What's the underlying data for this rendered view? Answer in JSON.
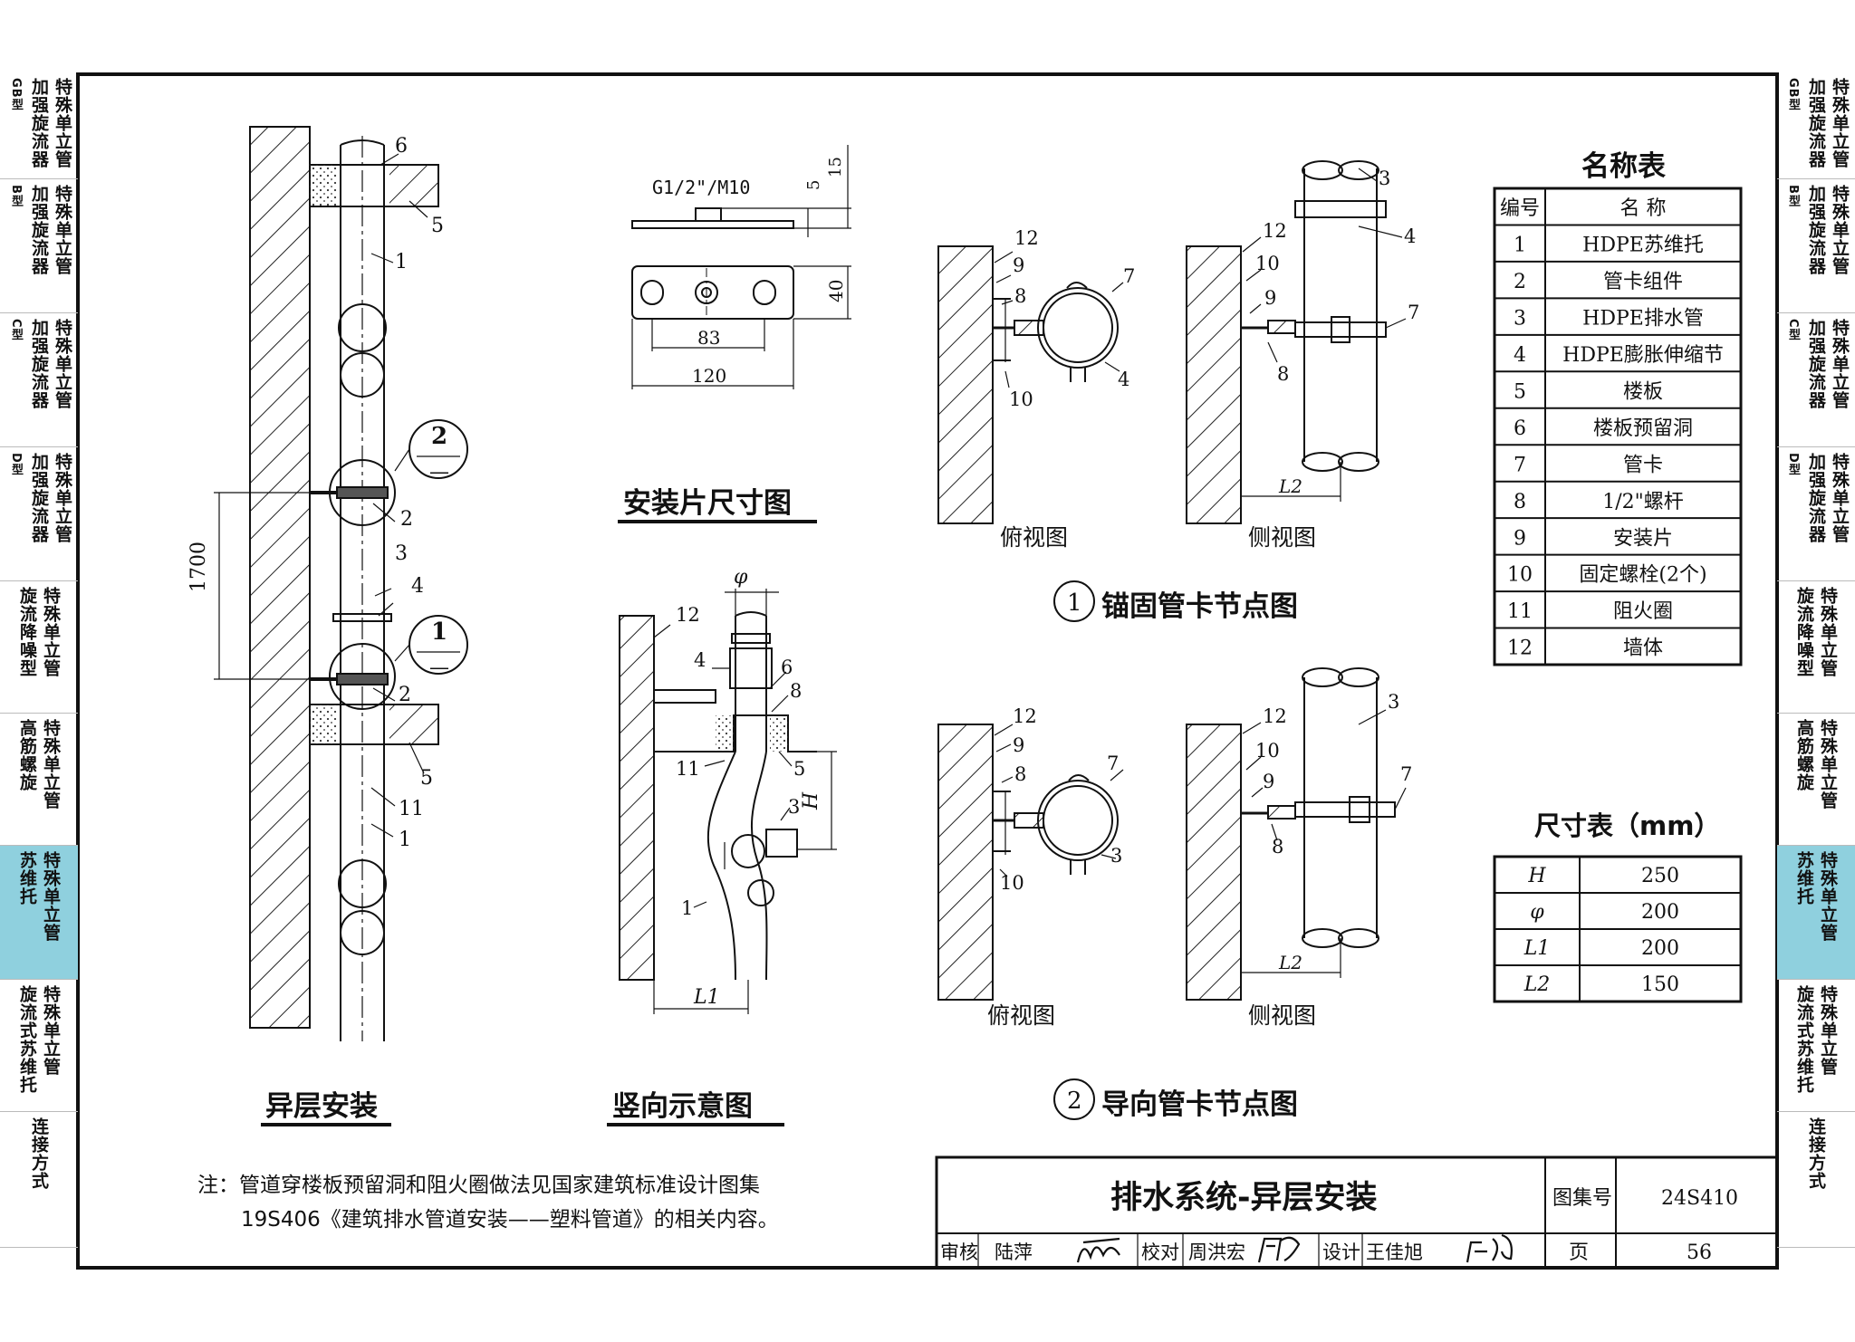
{
  "side_tabs": [
    {
      "prefix": "GB型",
      "col1": "加强旋流器",
      "col2": "特殊单立管"
    },
    {
      "prefix": "B型",
      "col1": "加强旋流器",
      "col2": "特殊单立管"
    },
    {
      "prefix": "C型",
      "col1": "加强旋流器",
      "col2": "特殊单立管"
    },
    {
      "prefix": "D型",
      "col1": "加强旋流器",
      "col2": "特殊单立管"
    },
    {
      "prefix": "",
      "col1": "旋流降噪型",
      "col2": "特殊单立管"
    },
    {
      "prefix": "",
      "col1": "高筋螺旋",
      "col2": "特殊单立管"
    },
    {
      "prefix": "",
      "col1": "苏维托",
      "col2": "特殊单立管",
      "active": true
    },
    {
      "prefix": "",
      "col1": "旋流式苏维托",
      "col2": "特殊单立管"
    },
    {
      "prefix": "",
      "col1": "",
      "col2": "连接方式"
    }
  ],
  "drawing": {
    "left_view": {
      "title": "异层安装",
      "dim_1700": "1700",
      "labels": [
        "6",
        "5",
        "1",
        "2",
        "3",
        "4",
        "2",
        "5",
        "11",
        "1"
      ],
      "circle_1": "1",
      "circle_2": "2",
      "circle_dash": "—"
    },
    "plate": {
      "title": "安装片尺寸图",
      "thread": "G1/2\"/M10",
      "d5": "5",
      "d15": "15",
      "d40": "40",
      "d83": "83",
      "d120": "120"
    },
    "vertical": {
      "title": "竖向示意图",
      "phi": "φ",
      "H": "H",
      "L1": "L1",
      "labels": [
        "12",
        "4",
        "6",
        "8",
        "11",
        "5",
        "3",
        "1"
      ]
    },
    "node1": {
      "title": "锚固管卡节点图",
      "num": "1",
      "top_view": "俯视图",
      "side_view": "侧视图",
      "L2": "L2",
      "top_labels": [
        "12",
        "9",
        "8",
        "7",
        "10",
        "4"
      ],
      "side_labels": [
        "3",
        "12",
        "4",
        "10",
        "9",
        "7",
        "8"
      ]
    },
    "node2": {
      "title": "导向管卡节点图",
      "num": "2",
      "top_view": "俯视图",
      "side_view": "侧视图",
      "L2": "L2",
      "top_labels": [
        "12",
        "9",
        "8",
        "7",
        "3",
        "10"
      ],
      "side_labels": [
        "3",
        "12",
        "10",
        "9",
        "7",
        "8"
      ]
    }
  },
  "name_table": {
    "title": "名称表",
    "headers": [
      "编号",
      "名 称"
    ],
    "rows": [
      [
        "1",
        "HDPE苏维托"
      ],
      [
        "2",
        "管卡组件"
      ],
      [
        "3",
        "HDPE排水管"
      ],
      [
        "4",
        "HDPE膨胀伸缩节"
      ],
      [
        "5",
        "楼板"
      ],
      [
        "6",
        "楼板预留洞"
      ],
      [
        "7",
        "管卡"
      ],
      [
        "8",
        "1/2\"螺杆"
      ],
      [
        "9",
        "安装片"
      ],
      [
        "10",
        "固定螺栓(2个)"
      ],
      [
        "11",
        "阻火圈"
      ],
      [
        "12",
        "墙体"
      ]
    ]
  },
  "size_table": {
    "title": "尺寸表（mm）",
    "rows": [
      [
        "H",
        "250"
      ],
      [
        "φ",
        "200"
      ],
      [
        "L1",
        "200"
      ],
      [
        "L2",
        "150"
      ]
    ]
  },
  "note": {
    "line1": "注：管道穿楼板预留洞和阻火圈做法见国家建筑标准设计图集",
    "line2": "19S406《建筑排水管道安装——塑料管道》的相关内容。"
  },
  "title_block": {
    "title": "排水系统-异层安装",
    "atlas_label": "图集号",
    "atlas_no": "24S410",
    "page_label": "页",
    "page_no": "56",
    "review_label": "审核",
    "reviewer": "陆萍",
    "check_label": "校对",
    "checker": "周洪宏",
    "design_label": "设计",
    "designer": "王佳旭"
  }
}
